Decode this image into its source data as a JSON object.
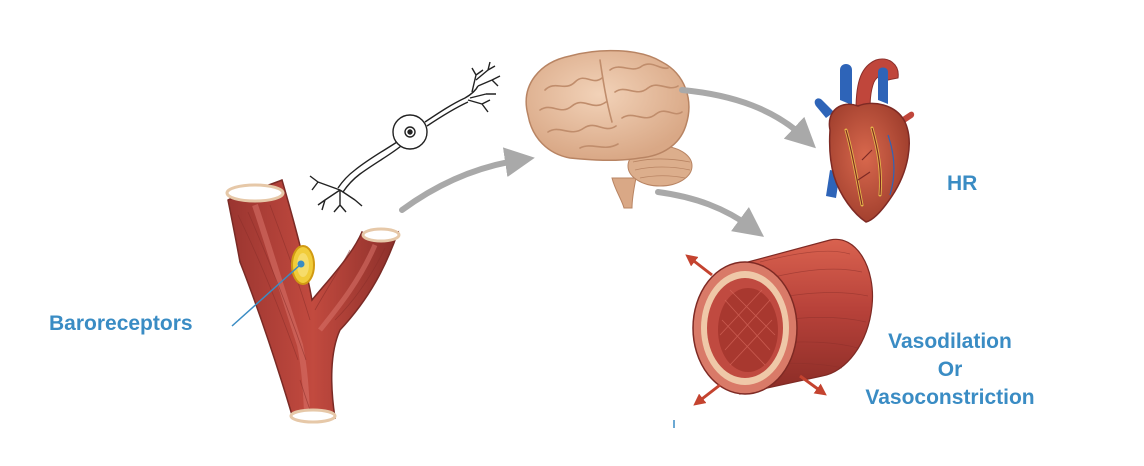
{
  "labels": {
    "baroreceptors": "Baroreceptors",
    "hr": "HR",
    "vaso_line1": "Vasodilation",
    "vaso_line2": "Or",
    "vaso_line3": "Vasoconstriction"
  },
  "colors": {
    "label_blue": "#3a8cc4",
    "arrow_gray": "#a9a9a9",
    "tissue_red": "#b2403a",
    "tissue_dark": "#7e2a24",
    "tissue_light": "#e28f7c",
    "brain": "#e8c0a2",
    "brain_fold": "#c08d6c",
    "heart": "#c2553e",
    "artery_blue": "#2e64b8",
    "receptor_gold": "#e8b820",
    "small_arrow": "#c4432f"
  },
  "icons": {
    "vessel": "branching-blood-vessel-icon",
    "neuron": "neuron-icon",
    "brain": "brain-icon",
    "heart": "heart-icon",
    "tube": "blood-vessel-tube-icon"
  }
}
